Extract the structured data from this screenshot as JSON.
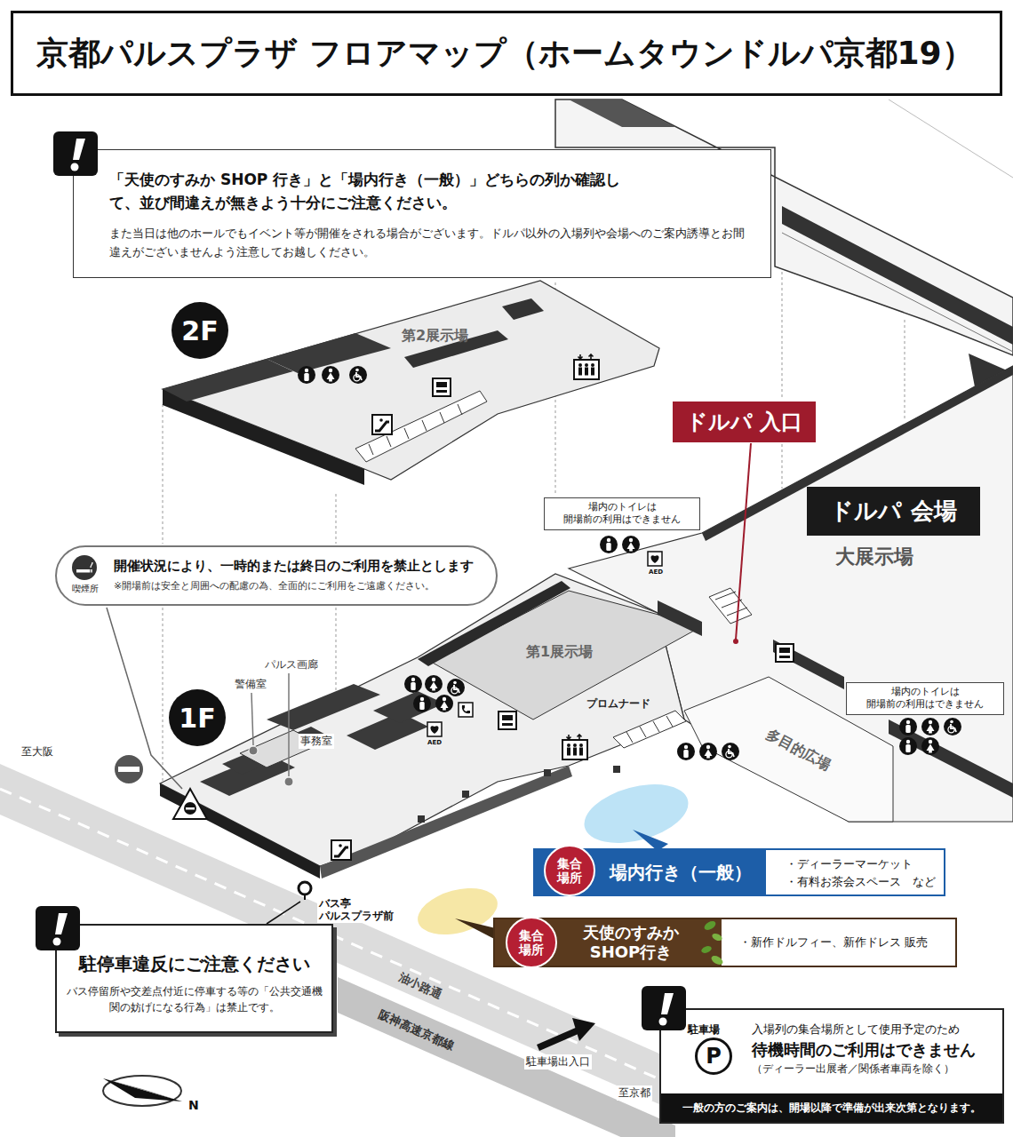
{
  "diagram": {
    "title": "京都パルスプラザ フロアマップ（ホームタウンドルパ京都19）",
    "nodes": [
      {
        "text": [
          "「天使のすみか SHOP 行き」と「場内行き（一般）」どちらの列か確認して、並び間違えが無きよう十分にご注意ください。",
          "また当日は他のホールでもイベント等が開催をされる場合がございます。ドルパ以外の入場列や会場へのご案内誘導とお間違えがございませんよう注意してお越しください。"
        ]
      },
      {
        "text": [
          "2F"
        ]
      },
      {
        "text": [
          "ドルパ 入口"
        ]
      },
      {
        "text": [
          "場内のトイレは 開場前の利用はできません"
        ]
      },
      {
        "text": [
          "ドルパ 会場"
        ]
      },
      {
        "text": [
          "喫煙所",
          "開催状況により、一時的または終日のご利用を禁止とします",
          "※開場前は安全と周囲への配慮の為、全面的にご利用をご遠慮ください。"
        ]
      },
      {
        "text": [
          "1F"
        ]
      },
      {
        "text": [
          "場内のトイレは 開場前の利用はできません"
        ]
      },
      {
        "text": [
          "場内行き（一般）"
        ]
      },
      {
        "text": [
          "集合場所"
        ],
        "in": 8
      },
      {
        "text": [
          "・ディーラーマーケット",
          "・有料お茶会スペース　など"
        ],
        "in": 8
      },
      {
        "text": [
          "天使のすみか SHOP行き"
        ]
      },
      {
        "text": [
          "集合場所"
        ],
        "in": 11
      },
      {
        "text": [
          "・新作ドルフィー、新作ドレス 販売"
        ],
        "in": 11
      },
      {
        "text": [
          "駐停車違反にご注意ください",
          "バス停留所や交差点付近に停車する等の「公共交通機関の妨げになる行為」は禁止です。"
        ]
      },
      {
        "text": [
          "駐車場",
          "入場列の集合場所として使用予定のため",
          "待機時間のご利用はできません",
          "（ディーラー出展者／関係者車両を除く）"
        ]
      },
      {
        "text": [
          "P"
        ],
        "in": 15
      },
      {
        "text": [
          "一般の方のご案内は、開場以降で準備が出来次第となります。"
        ],
        "in": 15
      }
    ],
    "labels": [
      "第2展示場",
      "第1展示場",
      "大展示場",
      "プロムナード",
      "多目的広場",
      "パルス画廊",
      "警備室",
      "事務室",
      "至大阪",
      "バス亭 パルスプラザ前",
      "油小路通",
      "阪神高速京都線",
      "駐車場出入口",
      "至京都",
      "AED",
      "AED",
      "N"
    ]
  }
}
